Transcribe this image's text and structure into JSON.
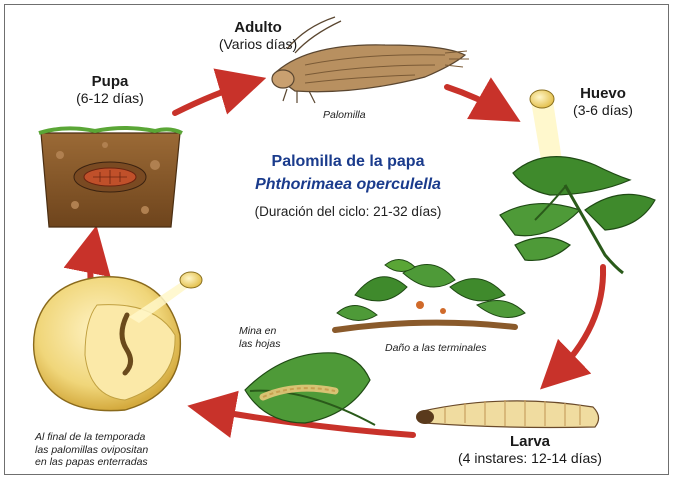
{
  "title": "Palomilla de la papa",
  "scientific_name": "Phthorimaea operculella",
  "cycle_duration": "(Duración del ciclo: 21-32 días)",
  "stages": {
    "adult": {
      "name": "Adulto",
      "duration": "(Varios días)",
      "caption": "Palomilla"
    },
    "egg": {
      "name": "Huevo",
      "duration": "(3-6 días)"
    },
    "larva": {
      "name": "Larva",
      "duration": "(4 instares: 12-14 días)"
    },
    "pupa": {
      "name": "Pupa",
      "duration": "(6-12 días)"
    }
  },
  "captions": {
    "terminal_damage": "Daño a las terminales",
    "leaf_mine_1": "Mina en",
    "leaf_mine_2": "las hojas",
    "tuber_1": "Al final de la temporada",
    "tuber_2": "las palomillas ovipositan",
    "tuber_3": "en las papas enterradas"
  },
  "colors": {
    "arrow": "#c8322a",
    "title": "#1a3b8c",
    "leaf": "#3f8a2c",
    "soil": "#8a5a2b",
    "tuber": "#f0d67a"
  }
}
